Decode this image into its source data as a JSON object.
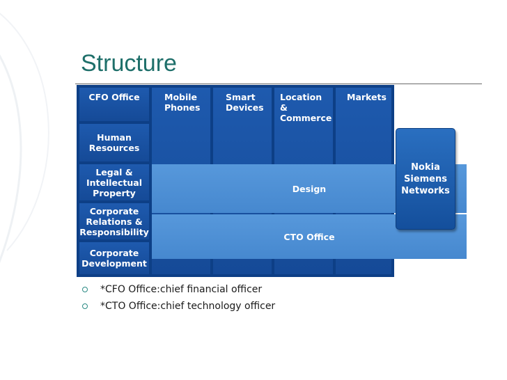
{
  "slide": {
    "title": "Structure"
  },
  "diagram": {
    "left_units": [
      "CFO Office",
      "Human\nResources",
      "Legal &\nIntellectual\nProperty",
      "Corporate\nRelations &\nResponsibility",
      "Corporate\nDevelopment"
    ],
    "columns": [
      "Mobile\nPhones",
      "Smart\nDevices",
      "Location &\nCommerce",
      "Markets"
    ],
    "bands": {
      "design": "Design",
      "cto": "CTO Office"
    },
    "side_box": "Nokia\nSiemens\nNetworks"
  },
  "notes": [
    "*CFO Office:chief financial officer",
    "*CTO Office:chief technology officer"
  ],
  "colors": {
    "title": "#1e6f6a",
    "tile": "#1e5aae",
    "band": "#4e8fd4",
    "frame": "#0d3f86"
  }
}
